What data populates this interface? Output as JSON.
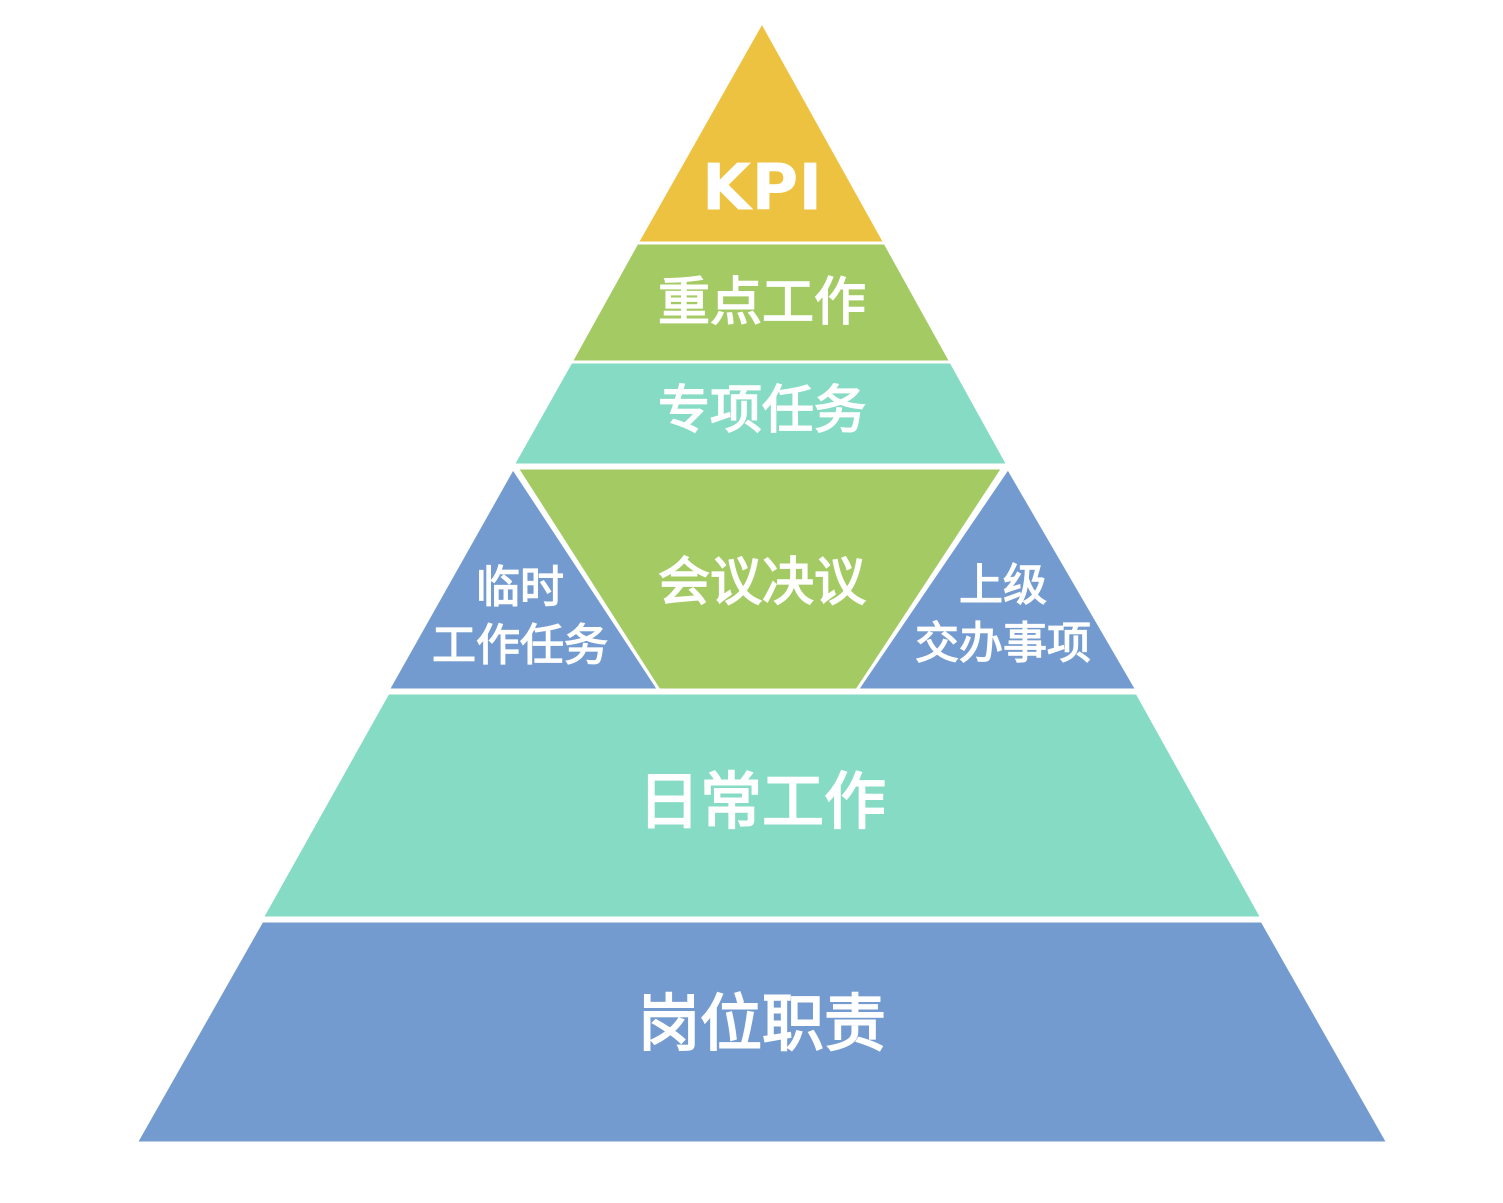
{
  "colors": {
    "yellow": "#EEC241",
    "green": "#A4CA63",
    "teal": "#85DBC3",
    "blue": "#739BCF"
  },
  "levels": {
    "kpi": "KPI",
    "key_work": "重点工作",
    "special_tasks": "专项任务",
    "meeting_resolutions": "会议决议",
    "temporary_tasks_line1": "临时",
    "temporary_tasks_line2": "工作任务",
    "superior_assigned_line1": "上级",
    "superior_assigned_line2": "交办事项",
    "daily_work": "日常工作",
    "job_responsibilities": "岗位职责"
  }
}
